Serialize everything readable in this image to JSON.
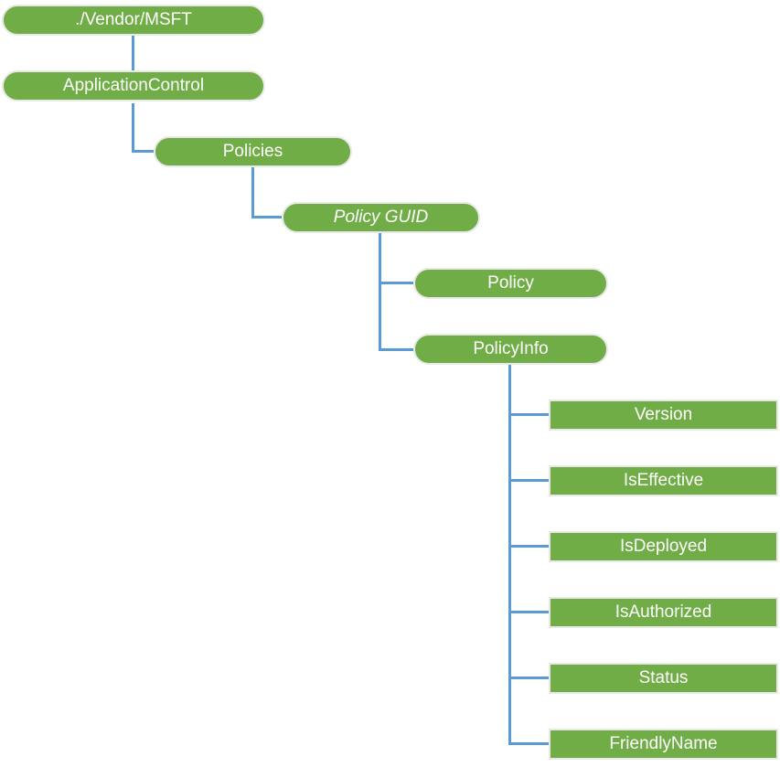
{
  "colors": {
    "node_fill": "#70AD47",
    "node_border": "#E8E8E8",
    "node_text": "#FFFFFF",
    "connector": "#5B9BD5"
  },
  "diagram": {
    "type": "tree",
    "nodes": [
      {
        "label": "./Vendor/MSFT",
        "shape": "pill",
        "italic": false,
        "parent": null
      },
      {
        "label": "ApplicationControl",
        "shape": "pill",
        "italic": false,
        "parent": "./Vendor/MSFT"
      },
      {
        "label": "Policies",
        "shape": "pill",
        "italic": false,
        "parent": "ApplicationControl"
      },
      {
        "label": "Policy GUID",
        "shape": "pill",
        "italic": true,
        "parent": "Policies"
      },
      {
        "label": "Policy",
        "shape": "pill",
        "italic": false,
        "parent": "Policy GUID"
      },
      {
        "label": "PolicyInfo",
        "shape": "pill",
        "italic": false,
        "parent": "Policy GUID"
      },
      {
        "label": "Version",
        "shape": "rect",
        "italic": false,
        "parent": "PolicyInfo"
      },
      {
        "label": "IsEffective",
        "shape": "rect",
        "italic": false,
        "parent": "PolicyInfo"
      },
      {
        "label": "IsDeployed",
        "shape": "rect",
        "italic": false,
        "parent": "PolicyInfo"
      },
      {
        "label": "IsAuthorized",
        "shape": "rect",
        "italic": false,
        "parent": "PolicyInfo"
      },
      {
        "label": "Status",
        "shape": "rect",
        "italic": false,
        "parent": "PolicyInfo"
      },
      {
        "label": "FriendlyName",
        "shape": "rect",
        "italic": false,
        "parent": "PolicyInfo"
      }
    ]
  }
}
